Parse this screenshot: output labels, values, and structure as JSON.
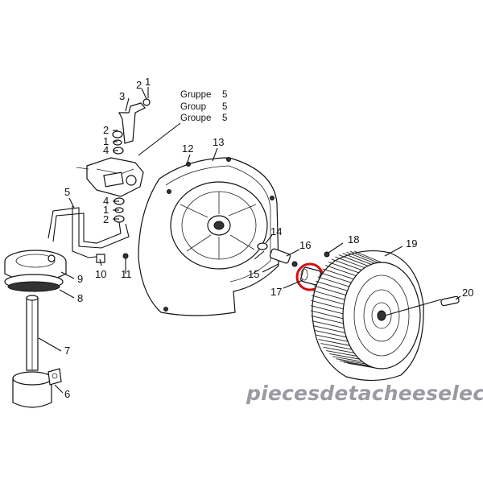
{
  "group_lines": [
    "Gruppe",
    "Group",
    "Groupe"
  ],
  "group_number": "5",
  "callouts": [
    "1",
    "2",
    "3",
    "2",
    "1",
    "4",
    "4",
    "1",
    "2",
    "5",
    "10",
    "11",
    "9",
    "8",
    "7",
    "6",
    "12",
    "13",
    "14",
    "16",
    "15",
    "17",
    "18",
    "19",
    "20"
  ],
  "highlight_color": "#d01010",
  "watermark": "piecesdetacheeselec.com"
}
